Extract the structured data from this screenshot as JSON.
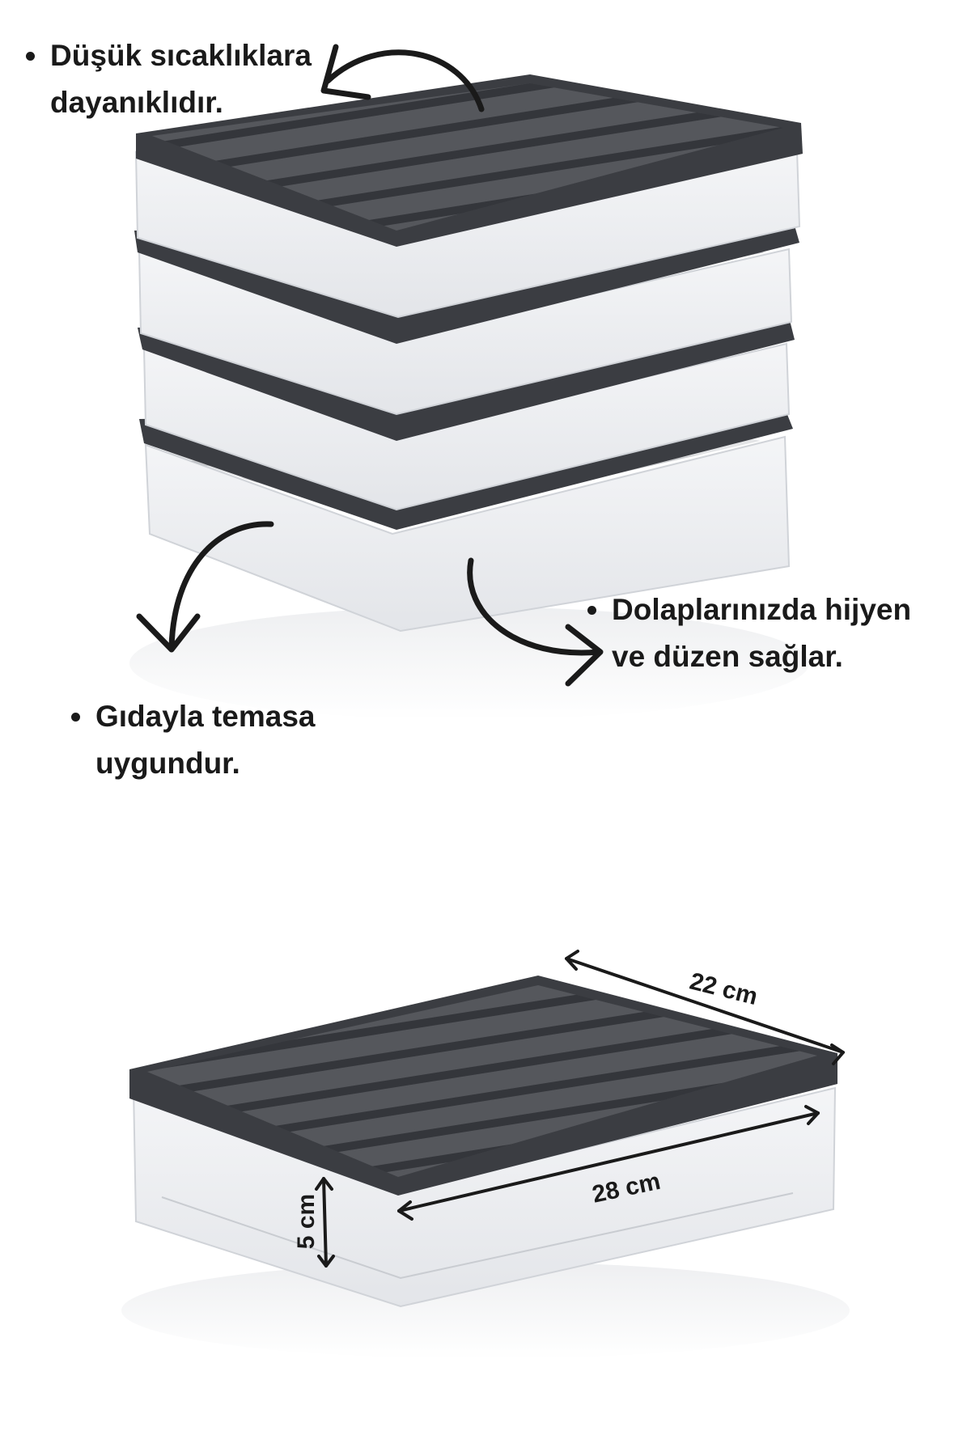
{
  "features": [
    {
      "lines": [
        "Düşük sıcaklıklara",
        "dayanıklıdır."
      ]
    },
    {
      "lines": [
        "Dolaplarınızda hijyen",
        "ve düzen sağlar."
      ]
    },
    {
      "lines": [
        "Gıdayla temasa",
        "uygundur."
      ]
    }
  ],
  "dimensions": {
    "width": "22 cm",
    "length": "28 cm",
    "height": "5 cm"
  },
  "colors": {
    "lid": "#4d4f54",
    "lid_rim": "#3b3d42",
    "text": "#1a1a1a",
    "arrow": "#1a1a1a"
  },
  "icons": [
    "curved-arrow-icon",
    "double-arrow-icon"
  ]
}
